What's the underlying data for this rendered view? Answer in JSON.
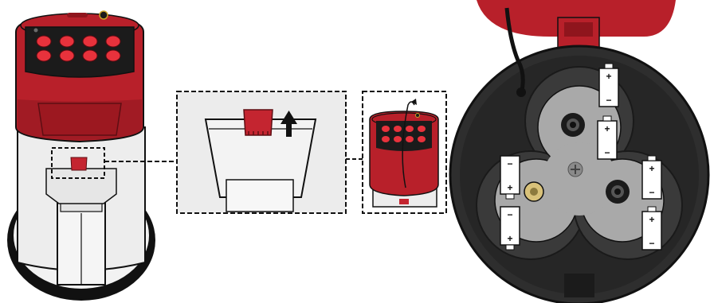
{
  "figure": {
    "panels": [
      {
        "id": "megaphone-rear",
        "description_visible": false
      },
      {
        "id": "latch-detail",
        "arrow": "up"
      },
      {
        "id": "cover-open-detail"
      },
      {
        "id": "battery-compartment",
        "battery_count": 6
      }
    ]
  },
  "batteries": {
    "count": 6,
    "plus_symbol": "+",
    "minus_symbol": "−"
  },
  "colors": {
    "brand_red": "#b8202a",
    "dark_red": "#8f151d",
    "button_red": "#e8323c",
    "panel_black": "#1b1b1b",
    "housing_dark": "#2e2e2e",
    "battery_gray": "#a9a9a9",
    "body_white": "#eeeeee",
    "outline": "#111111",
    "detail_bg": "#ececec"
  }
}
